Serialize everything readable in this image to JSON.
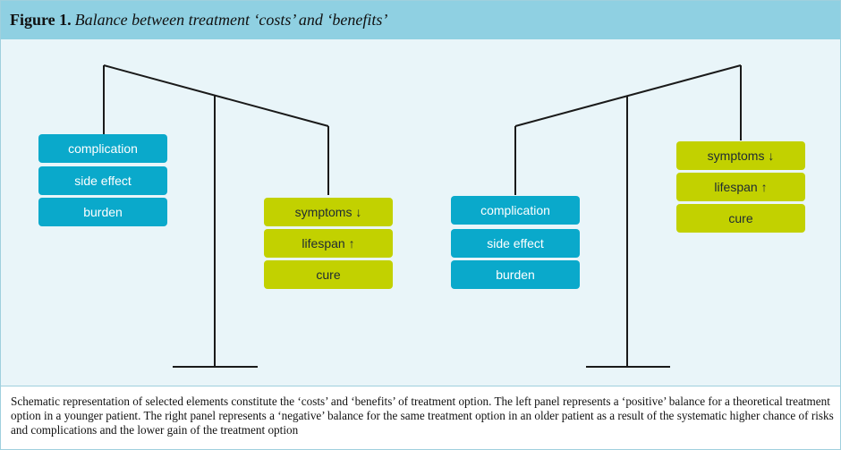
{
  "figure": {
    "label": "Figure 1.",
    "title": "Balance between treatment ‘costs’ and ‘benefits’"
  },
  "costs": [
    "complication",
    "side effect",
    "burden"
  ],
  "benefits": [
    "symptoms ↓",
    "lifespan ↑",
    "cure"
  ],
  "caption": "Schematic representation of selected elements constitute the ‘costs’ and ‘benefits’ of treatment option. The left panel represents a ‘positive’ balance for a theoretical treatment option in a younger patient. The right panel represents a ‘negative’ balance for the same treatment option in an older patient as a result of the systematic higher chance of risks and complications and the lower gain of the treatment option",
  "colors": {
    "cost_box": "#0aa9cb",
    "benefit_box": "#c2d100",
    "header": "#8fd0e2",
    "background": "#e9f5f9",
    "scale_line": "#1a1a1a"
  }
}
